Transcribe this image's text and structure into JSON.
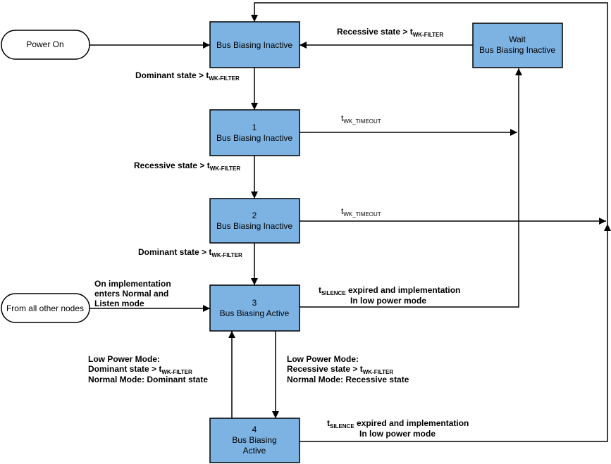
{
  "states": {
    "power_on": "Power On",
    "from_all": "From all other nodes",
    "s0": {
      "line1": "Bus Biasing Inactive"
    },
    "wait": {
      "line1": "Wait",
      "line2": "Bus Biasing Inactive"
    },
    "s1": {
      "line1": "1",
      "line2": "Bus Biasing Inactive"
    },
    "s2": {
      "line1": "2",
      "line2": "Bus Biasing Inactive"
    },
    "s3": {
      "line1": "3",
      "line2": "Bus Biasing Active"
    },
    "s4": {
      "line1": "4",
      "line2": "Bus Biasing",
      "line3": "Active"
    }
  },
  "transitions": {
    "dom_filter_1": {
      "text": "Dominant state > t",
      "sub": "WK-FILTER"
    },
    "rec_filter_wait": {
      "text": "Recessive state > t",
      "sub": "WK-FILTER"
    },
    "rec_filter_2": {
      "text": "Recessive state > t",
      "sub": "WK-FILTER"
    },
    "dom_filter_3": {
      "text": "Dominant state > t",
      "sub": "WK-FILTER"
    },
    "timeout_1": {
      "text": "t",
      "sub": "WK_TIMEOUT"
    },
    "timeout_2": {
      "text": "t",
      "sub": "WK_TIMEOUT"
    },
    "on_impl": {
      "line1": "On implementation",
      "line2": "enters Normal and",
      "line3": "Listen mode"
    },
    "silence_3": {
      "pre": "t",
      "sub": "SILENCE",
      "post": " expired and implementation",
      "line2": "In low power mode"
    },
    "silence_4": {
      "pre": "t",
      "sub": "SILENCE",
      "post": " expired and implementation",
      "line2": "In low power mode"
    },
    "to4": {
      "line1": "Low Power Mode:",
      "line2_text": "Recessive state > t",
      "line2_sub": "WK-FILTER",
      "line3": "Normal Mode: Recessive state"
    },
    "to3": {
      "line1": "Low Power Mode:",
      "line2_text": "Dominant state > t",
      "line2_sub": "WK-FILTER",
      "line3": "Normal Mode: Dominant state"
    }
  },
  "colors": {
    "box_fill": "#7db3e3",
    "box_stroke": "#000000",
    "line": "#000000"
  }
}
